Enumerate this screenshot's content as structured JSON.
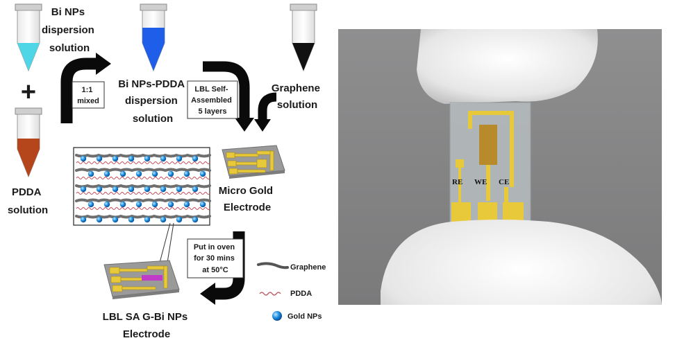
{
  "left_panel": {
    "tube_bi": {
      "label_lines": [
        "Bi NPs",
        "dispersion",
        "solution"
      ],
      "liquid_color": "#4fd6e6"
    },
    "plus_sign": "+",
    "tube_pdda": {
      "label_lines": [
        "PDDA",
        "solution"
      ],
      "liquid_color": "#b5451b"
    },
    "mix_box": {
      "lines": [
        "1:1",
        "mixed"
      ]
    },
    "tube_mix": {
      "label_lines": [
        "Bi NPs-PDDA",
        "dispersion",
        "solution"
      ],
      "liquid_color": "#1e5ee8"
    },
    "lbl_box": {
      "lines": [
        "LBL Self-",
        "Assembled",
        "5 layers"
      ]
    },
    "tube_graphene": {
      "label_lines": [
        "Graphene",
        "solution"
      ],
      "liquid_color": "#111111"
    },
    "micro_electrode": {
      "label_lines": [
        "Micro Gold",
        "Electrode"
      ]
    },
    "oven_box": {
      "lines": [
        "Put in oven",
        "for 30 mins",
        "at 50°C"
      ]
    },
    "final_electrode": {
      "label_lines": [
        "LBL SA G-Bi NPs",
        "Electrode"
      ]
    },
    "legend": {
      "graphene": "Graphene",
      "pdda": "PDDA",
      "gold": "Gold NPs"
    },
    "colors": {
      "gold": "#e8c93a",
      "substrate": "#9a9a9a",
      "nanoparticle": "#1e8fe0",
      "pdda_line": "#c24b5a",
      "magenta": "#c03cc8"
    }
  },
  "right_panel": {
    "electrode_labels": [
      "RE",
      "WE",
      "CE"
    ]
  }
}
